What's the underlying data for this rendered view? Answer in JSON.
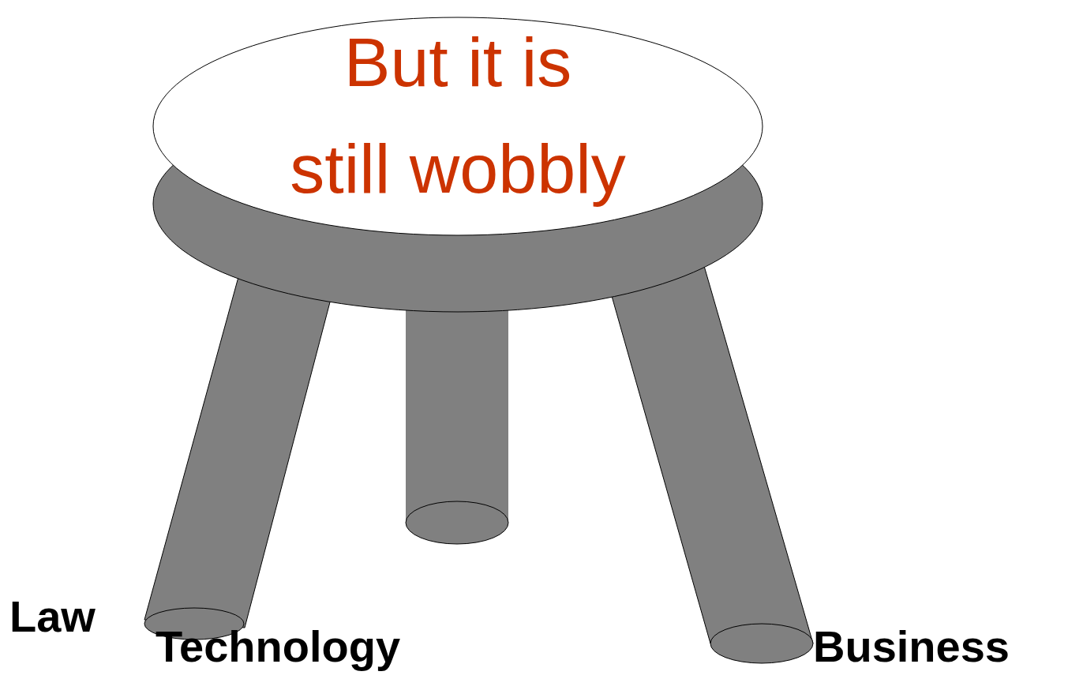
{
  "diagram": {
    "nodes": [
      {
        "text": [
          "But it is still wobbly"
        ]
      }
    ],
    "labels": [
      "Law",
      "Technology",
      "Business"
    ]
  }
}
